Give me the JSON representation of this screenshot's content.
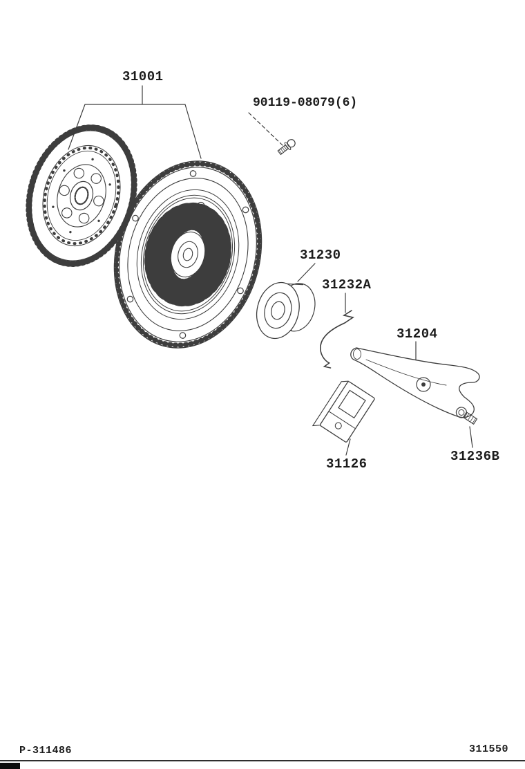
{
  "style": {
    "background": "#ffffff",
    "line_color": "#3d3d3d",
    "text_color": "#1c1c1c"
  },
  "callouts": {
    "clutch_kit": "31001",
    "cover_bolt": "90119-08079(6)",
    "release_bearing": "31230",
    "bearing_clip": "31232A",
    "release_fork": "31204",
    "bearing_hub": "31126",
    "fork_support_bolt": "31236B"
  },
  "footer": {
    "left_code": "P-311486",
    "right_code": "311550"
  }
}
